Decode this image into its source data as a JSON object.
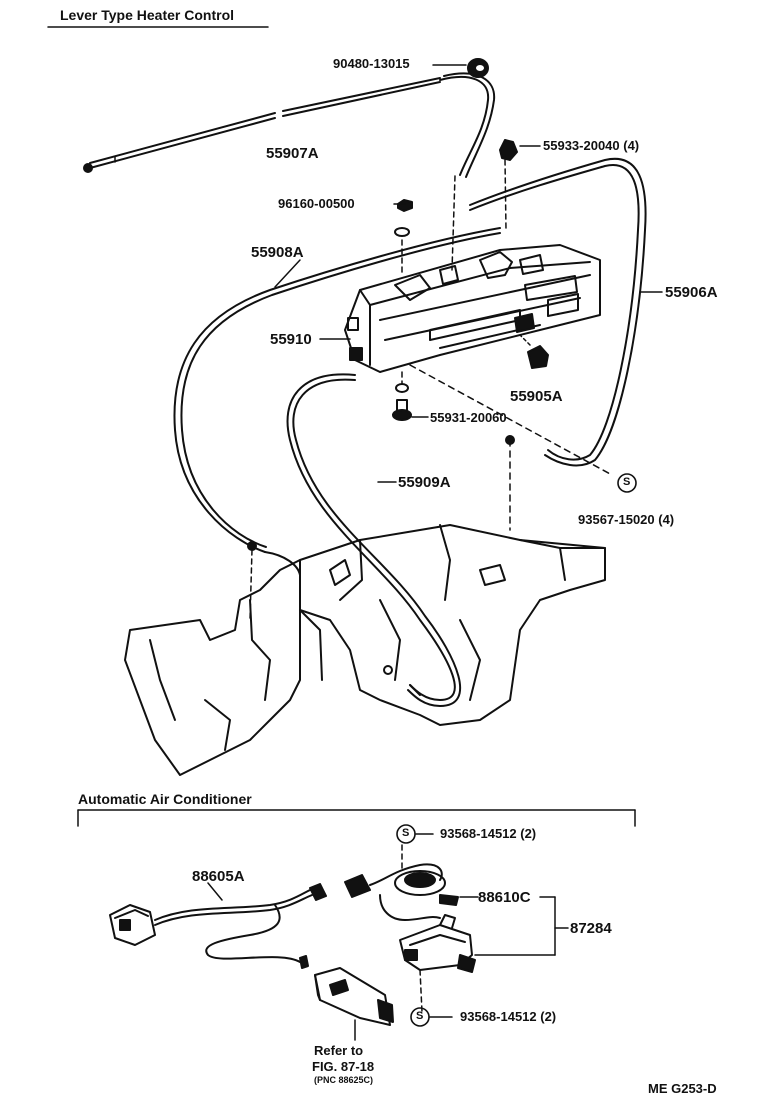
{
  "sections": {
    "top_title": "Lever Type Heater Control",
    "bottom_title": "Automatic Air Conditioner"
  },
  "parts": {
    "p1": "90480-13015",
    "p2": "55907A",
    "p3": "55933-20040 (4)",
    "p4": "96160-00500",
    "p5": "55908A",
    "p6": "55906A",
    "p7": "55910",
    "p8": "55905A",
    "p9": "55931-20060",
    "p10": "55909A",
    "p11": "93567-15020 (4)",
    "p12": "93568-14512 (2)",
    "p13": "88605A",
    "p14": "88610C",
    "p15": "87284",
    "p16": "93568-14512 (2)"
  },
  "reference": {
    "line1": "Refer to",
    "line2": "FIG. 87-18",
    "line3": "(PNC 88625C)"
  },
  "diagram_code": "ME G253-D",
  "symbols": {
    "s1": "S",
    "s2": "S",
    "s3": "S"
  }
}
